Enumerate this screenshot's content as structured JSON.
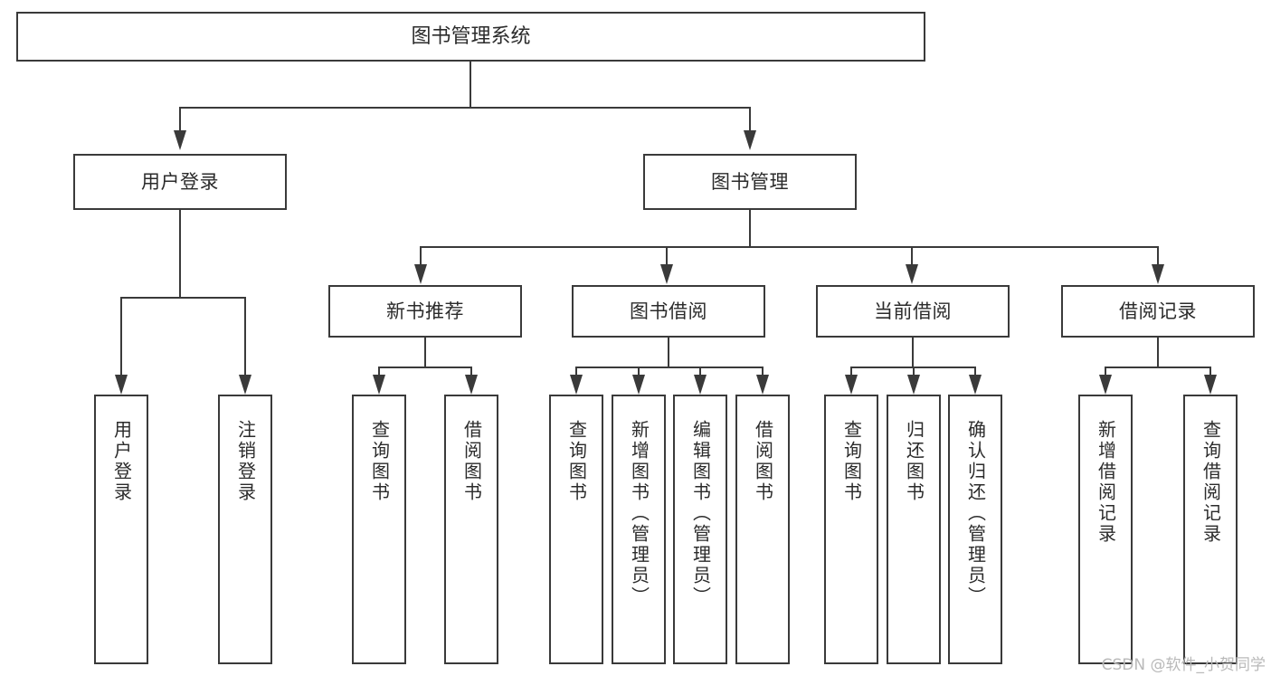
{
  "diagram": {
    "title": "图书管理系统",
    "type": "tree-hierarchy-chart",
    "colors": {
      "box_border": "#3a3a3a",
      "box_fill": "#ffffff",
      "connector": "#3a3a3a",
      "text": "#2b2b2b",
      "background": "#ffffff",
      "watermark": "#b9b9b9"
    }
  },
  "root": {
    "label": "图书管理系统"
  },
  "level2": [
    {
      "label": "用户登录"
    },
    {
      "label": "图书管理"
    }
  ],
  "level3": [
    {
      "label": "新书推荐"
    },
    {
      "label": "图书借阅"
    },
    {
      "label": "当前借阅"
    },
    {
      "label": "借阅记录"
    }
  ],
  "leaves": {
    "user_login": [
      {
        "label": "用户登录"
      },
      {
        "label": "注销登录"
      }
    ],
    "new_book_recommend": [
      {
        "label": "查询图书"
      },
      {
        "label": "借阅图书"
      }
    ],
    "book_borrow": [
      {
        "label": "查询图书"
      },
      {
        "label": "新增图书（管理员）"
      },
      {
        "label": "编辑图书（管理员）"
      },
      {
        "label": "借阅图书"
      }
    ],
    "current_borrow": [
      {
        "label": "查询图书"
      },
      {
        "label": "归还图书"
      },
      {
        "label": "确认归还（管理员）"
      }
    ],
    "borrow_record": [
      {
        "label": "新增借阅记录"
      },
      {
        "label": "查询借阅记录"
      }
    ]
  },
  "watermark": {
    "text": "CSDN @软件_小贺同学"
  }
}
